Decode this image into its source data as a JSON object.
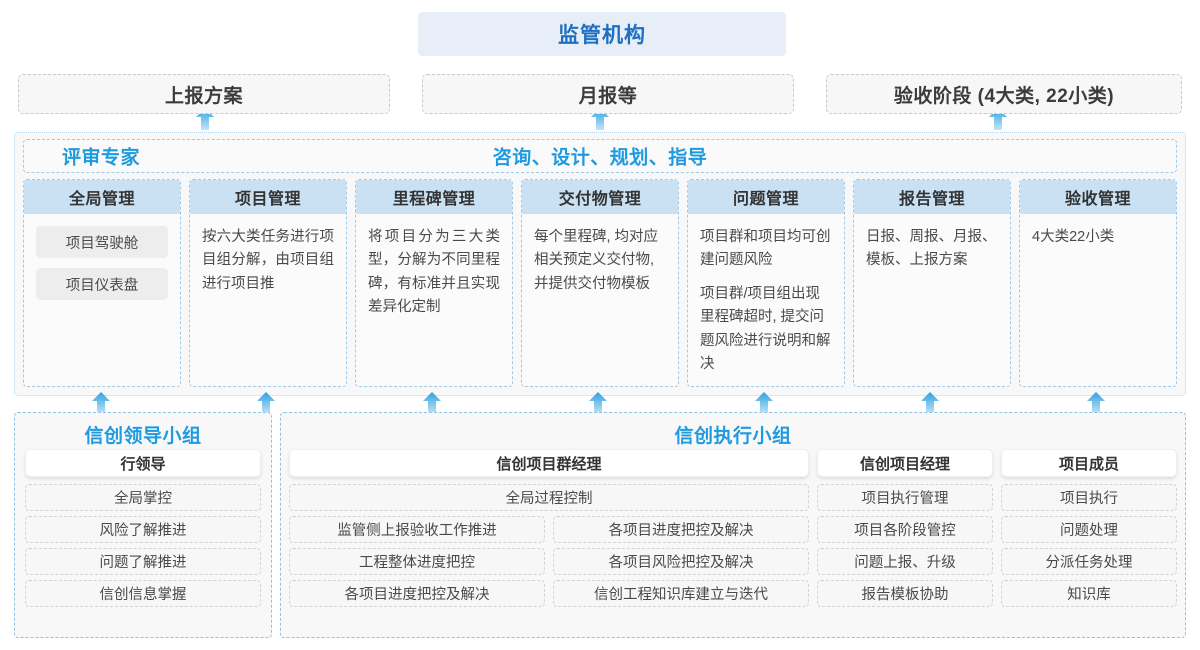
{
  "top": {
    "title": "监管机构",
    "accent": "#1f70c1",
    "bg": "#e7eef7"
  },
  "reports": [
    {
      "label": "上报方案"
    },
    {
      "label": "月报等"
    },
    {
      "label": "验收阶段 (4大类, 22小类)"
    }
  ],
  "middle": {
    "header_left": "评审专家",
    "header_center": "咨询、设计、规划、指导",
    "header_color": "#1e9ae0",
    "columns": [
      {
        "title": "全局管理",
        "pills": [
          "项目驾驶舱",
          "项目仪表盘"
        ],
        "paragraphs": []
      },
      {
        "title": "项目管理",
        "pills": [],
        "paragraphs": [
          "按六大类任务进行项目组分解，由项目组进行项目推"
        ]
      },
      {
        "title": "里程碑管理",
        "pills": [],
        "paragraphs": [
          "将项目分为三大类型，分解为不同里程碑，有标准并且实现差异化定制"
        ]
      },
      {
        "title": "交付物管理",
        "pills": [],
        "paragraphs": [
          "每个里程碑, 均对应相关预定义交付物, 并提供交付物模板"
        ]
      },
      {
        "title": "问题管理",
        "pills": [],
        "paragraphs": [
          "项目群和项目均可创建问题风险",
          "项目群/项目组出现里程碑超时, 提交问题风险进行说明和解决"
        ]
      },
      {
        "title": "报告管理",
        "pills": [],
        "paragraphs": [
          "日报、周报、月报、模板、上报方案"
        ]
      },
      {
        "title": "验收管理",
        "pills": [],
        "paragraphs": [
          "4大类22小类"
        ]
      }
    ]
  },
  "bottom": {
    "leader_group": {
      "title": "信创领导小组",
      "role": "行领导",
      "tasks": [
        "全局掌控",
        "风险了解推进",
        "问题了解推进",
        "信创信息掌握"
      ]
    },
    "exec_group": {
      "title": "信创执行小组",
      "program_manager": {
        "role": "信创项目群经理",
        "full_width_task": "全局过程控制",
        "left_tasks": [
          "监管侧上报验收工作推进",
          "工程整体进度把控",
          "各项目进度把控及解决"
        ],
        "right_tasks": [
          "各项目进度把控及解决",
          "各项目风险把控及解决",
          "信创工程知识库建立与迭代"
        ]
      },
      "project_manager": {
        "role": "信创项目经理",
        "tasks": [
          "项目执行管理",
          "项目各阶段管控",
          "问题上报、升级",
          "报告模板协助"
        ]
      },
      "project_member": {
        "role": "项目成员",
        "tasks": [
          "项目执行",
          "问题处理",
          "分派任务处理",
          "知识库"
        ]
      }
    }
  },
  "arrows": {
    "color_top": "#2fa2df",
    "color_bottom": "#b7dff5",
    "upper_row_x": [
      205,
      600,
      998
    ],
    "lower_row_x": [
      100,
      233,
      365,
      498,
      631,
      763,
      896,
      1029,
      1152
    ]
  }
}
